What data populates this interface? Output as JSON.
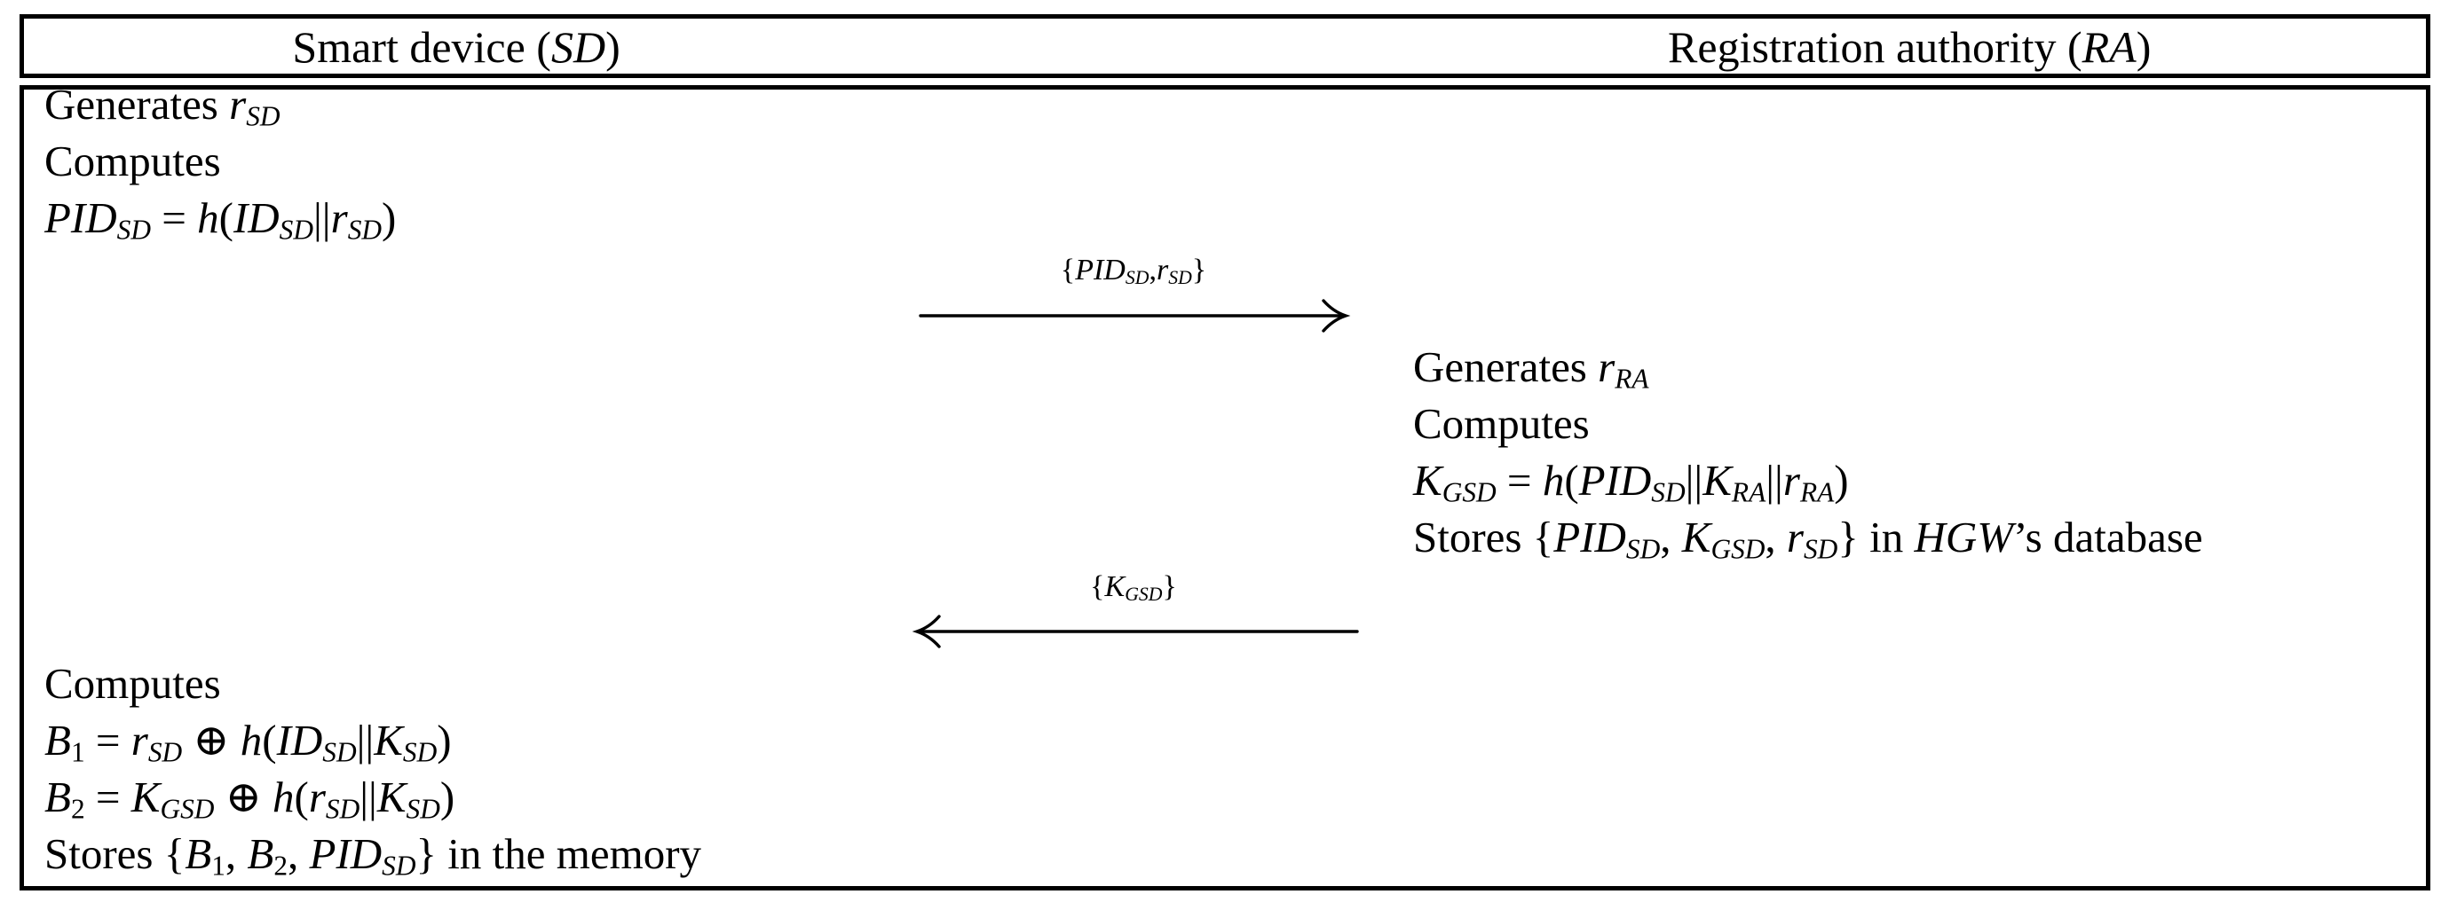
{
  "colors": {
    "ink": "#000000",
    "paper": "#ffffff"
  },
  "header": {
    "left": [
      [
        "n",
        "Smart device ("
      ],
      [
        "i",
        "SD"
      ],
      [
        "n",
        ")"
      ]
    ],
    "right": [
      [
        "n",
        "Registration authority ("
      ],
      [
        "i",
        "RA"
      ],
      [
        "n",
        ")"
      ]
    ]
  },
  "sd_top": {
    "lines": [
      [
        [
          "n",
          "Generates "
        ],
        [
          "i",
          "r"
        ],
        [
          "is",
          "SD"
        ]
      ],
      [
        [
          "n",
          "Computes"
        ]
      ],
      [
        [
          "i",
          "PID"
        ],
        [
          "is",
          "SD"
        ],
        [
          "n",
          " = "
        ],
        [
          "i",
          "h"
        ],
        [
          "n",
          "("
        ],
        [
          "i",
          "ID"
        ],
        [
          "is",
          "SD"
        ],
        [
          "n",
          "||"
        ],
        [
          "i",
          "r"
        ],
        [
          "is",
          "SD"
        ],
        [
          "n",
          ")"
        ]
      ]
    ]
  },
  "messages": [
    {
      "direction": "right",
      "from": "SD",
      "to": "RA",
      "label": [
        [
          "n",
          "{"
        ],
        [
          "i",
          "PID"
        ],
        [
          "is",
          "SD"
        ],
        [
          "n",
          ","
        ],
        [
          "i",
          "r"
        ],
        [
          "is",
          "SD"
        ],
        [
          "n",
          "}"
        ]
      ]
    },
    {
      "direction": "left",
      "from": "RA",
      "to": "SD",
      "label": [
        [
          "n",
          "{"
        ],
        [
          "i",
          "K"
        ],
        [
          "is",
          "GSD"
        ],
        [
          "n",
          "}"
        ]
      ]
    }
  ],
  "ra": {
    "lines": [
      [
        [
          "n",
          "Generates "
        ],
        [
          "i",
          "r"
        ],
        [
          "is",
          "RA"
        ]
      ],
      [
        [
          "n",
          "Computes"
        ]
      ],
      [
        [
          "i",
          "K"
        ],
        [
          "is",
          "GSD"
        ],
        [
          "n",
          " = "
        ],
        [
          "i",
          "h"
        ],
        [
          "n",
          "("
        ],
        [
          "i",
          "PID"
        ],
        [
          "is",
          "SD"
        ],
        [
          "n",
          "||"
        ],
        [
          "i",
          "K"
        ],
        [
          "is",
          "RA"
        ],
        [
          "n",
          "||"
        ],
        [
          "i",
          "r"
        ],
        [
          "is",
          "RA"
        ],
        [
          "n",
          ")"
        ]
      ],
      [
        [
          "n",
          "Stores {"
        ],
        [
          "i",
          "PID"
        ],
        [
          "is",
          "SD"
        ],
        [
          "n",
          ", "
        ],
        [
          "i",
          "K"
        ],
        [
          "is",
          "GSD"
        ],
        [
          "n",
          ", "
        ],
        [
          "i",
          "r"
        ],
        [
          "is",
          "SD"
        ],
        [
          "n",
          "} in "
        ],
        [
          "i",
          "HGW"
        ],
        [
          "n",
          "’s database"
        ]
      ]
    ]
  },
  "sd_bottom": {
    "lines": [
      [
        [
          "n",
          "Computes"
        ]
      ],
      [
        [
          "i",
          "B"
        ],
        [
          "s",
          "1"
        ],
        [
          "n",
          " = "
        ],
        [
          "i",
          "r"
        ],
        [
          "is",
          "SD"
        ],
        [
          "n",
          " ⊕ "
        ],
        [
          "i",
          "h"
        ],
        [
          "n",
          "("
        ],
        [
          "i",
          "ID"
        ],
        [
          "is",
          "SD"
        ],
        [
          "n",
          "||"
        ],
        [
          "i",
          "K"
        ],
        [
          "is",
          "SD"
        ],
        [
          "n",
          ")"
        ]
      ],
      [
        [
          "i",
          "B"
        ],
        [
          "s",
          "2"
        ],
        [
          "n",
          " = "
        ],
        [
          "i",
          "K"
        ],
        [
          "is",
          "GSD"
        ],
        [
          "n",
          " ⊕ "
        ],
        [
          "i",
          "h"
        ],
        [
          "n",
          "("
        ],
        [
          "i",
          "r"
        ],
        [
          "is",
          "SD"
        ],
        [
          "n",
          "||"
        ],
        [
          "i",
          "K"
        ],
        [
          "is",
          "SD"
        ],
        [
          "n",
          ")"
        ]
      ],
      [
        [
          "n",
          "Stores {"
        ],
        [
          "i",
          "B"
        ],
        [
          "s",
          "1"
        ],
        [
          "n",
          ", "
        ],
        [
          "i",
          "B"
        ],
        [
          "s",
          "2"
        ],
        [
          "n",
          ", "
        ],
        [
          "i",
          "PID"
        ],
        [
          "is",
          "SD"
        ],
        [
          "n",
          "} in the memory"
        ]
      ]
    ]
  }
}
